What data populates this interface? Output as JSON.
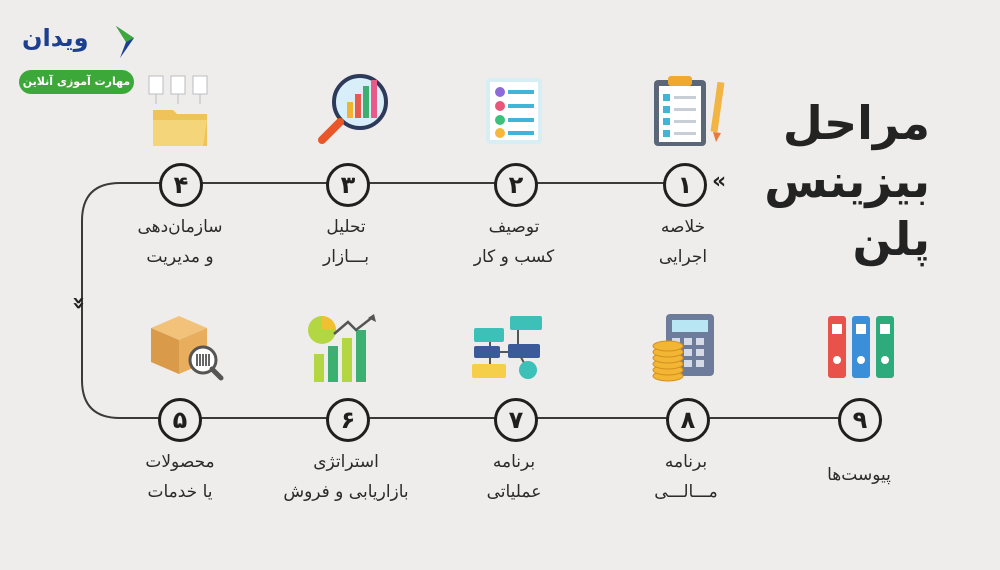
{
  "brand": {
    "name": "ویدان",
    "tagline": "مهارت آموزی آنلاین"
  },
  "title": {
    "line1": "مراحل",
    "line2": "بیزینس",
    "line3": "پلن"
  },
  "steps": [
    {
      "num": "۱",
      "line1": "خلاصه",
      "line2": "اجرایی",
      "icon": "clipboard-icon"
    },
    {
      "num": "۲",
      "line1": "توصیف",
      "line2": "کسب و کار",
      "icon": "checklist-icon"
    },
    {
      "num": "۳",
      "line1": "تحلیل",
      "line2": "بـــازار",
      "icon": "magnifier-chart-icon"
    },
    {
      "num": "۴",
      "line1": "سازمان‌دهی",
      "line2": "و مدیریت",
      "icon": "folder-documents-icon"
    },
    {
      "num": "۵",
      "line1": "محصولات",
      "line2": "یا خدمات",
      "icon": "box-barcode-icon"
    },
    {
      "num": "۶",
      "line1": "استراتژی",
      "line2": "بازاریابی و فروش",
      "icon": "growth-chart-icon"
    },
    {
      "num": "۷",
      "line1": "برنامه",
      "line2": "عملیاتی",
      "icon": "flowchart-icon"
    },
    {
      "num": "۸",
      "line1": "برنامه",
      "line2": "مـــالـــی",
      "icon": "calculator-coins-icon"
    },
    {
      "num": "۹",
      "line1": "پیوست‌ها",
      "line2": "",
      "icon": "binders-icon"
    }
  ],
  "colors": {
    "background": "#efedeb",
    "line": "#1f1f1f",
    "brand_blue": "#1c3f8f",
    "brand_green": "#3ca83a"
  }
}
